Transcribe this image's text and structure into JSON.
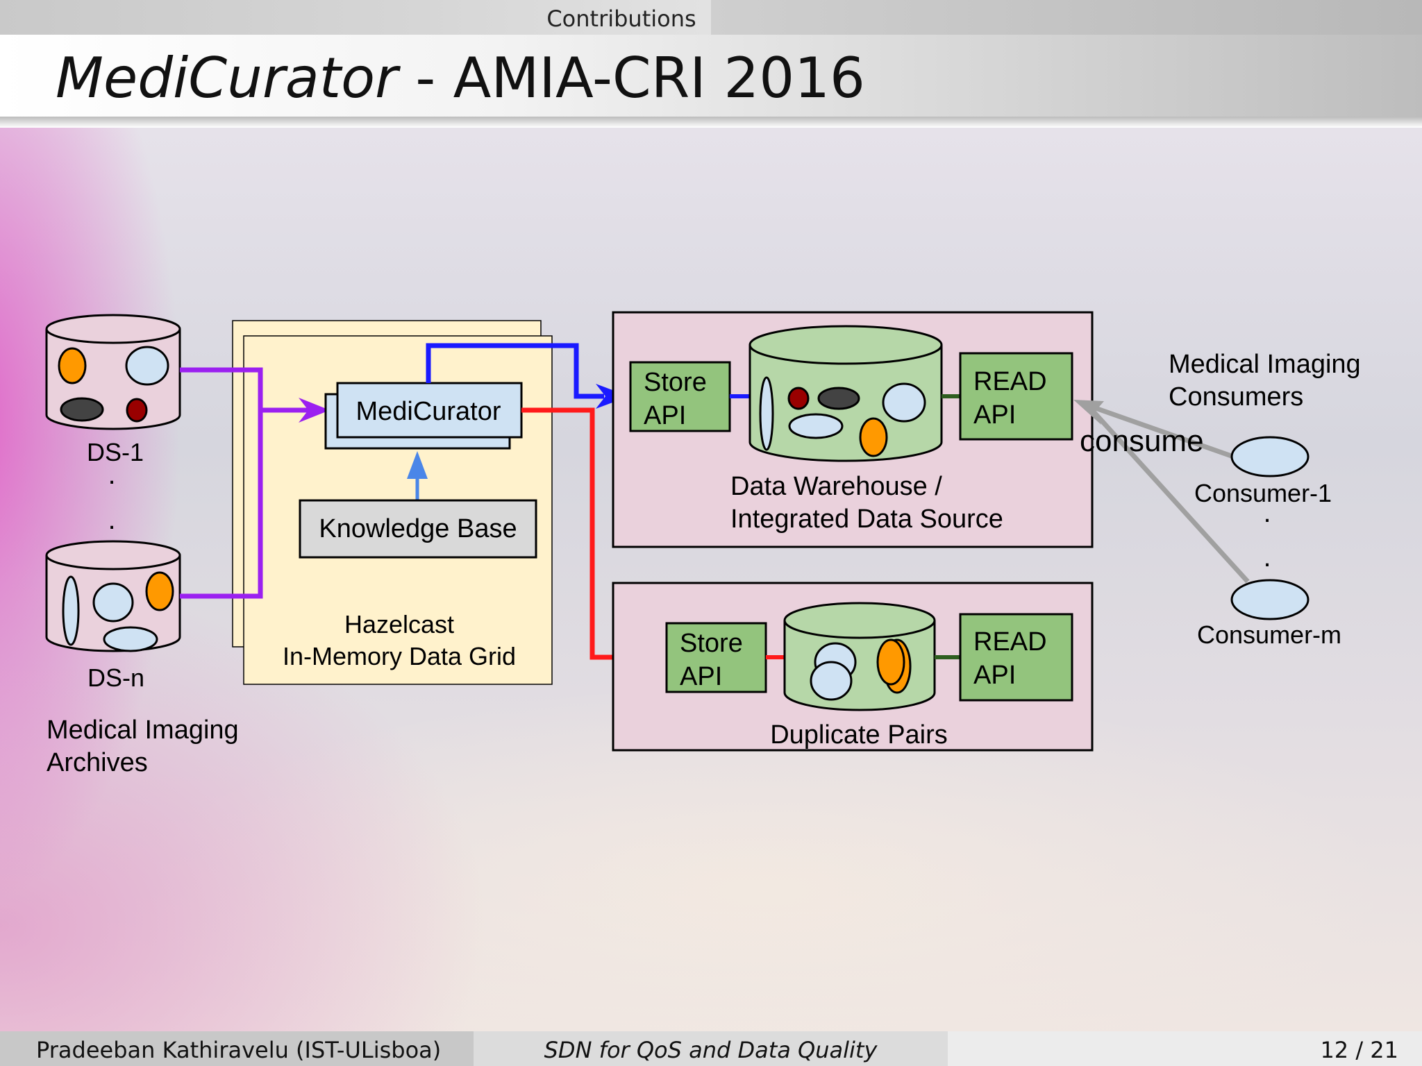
{
  "header": {
    "section": "Contributions",
    "title_italic": "MediCurator",
    "title_rest": " - AMIA-CRI 2016"
  },
  "diagram": {
    "sources": {
      "ds1": "DS-1",
      "dsn": "DS-n",
      "dots": ".",
      "caption_line1": "Medical Imaging",
      "caption_line2": "Archives"
    },
    "grid": {
      "medicurator": "MediCurator",
      "knowledge_base": "Knowledge Base",
      "caption_line1": "Hazelcast",
      "caption_line2": "In-Memory Data Grid"
    },
    "warehouse": {
      "store_line1": "Store",
      "store_line2": "API",
      "read_line1": "READ",
      "read_line2": "API",
      "caption_line1": "Data Warehouse /",
      "caption_line2": "Integrated Data Source"
    },
    "duplicates": {
      "store_line1": "Store",
      "store_line2": "API",
      "read_line1": "READ",
      "read_line2": "API",
      "caption": "Duplicate Pairs"
    },
    "consumers": {
      "title_line1": "Medical Imaging",
      "title_line2": "Consumers",
      "consume": "consume",
      "consumer1": "Consumer-1",
      "consumerm": "Consumer-m",
      "dots": "."
    },
    "colors": {
      "purple": "#9b20f0",
      "blue": "#1a1aff",
      "red": "#ff1a1a",
      "green": "#2e5e1f",
      "light_blue_arrow": "#4a86e8",
      "gray_arrow": "#a0a0a0",
      "cylinder_pink": "#ead1dc",
      "cylinder_green": "#b6d7a8",
      "api_green": "#93c47d",
      "grid_yellow": "#fff2cc",
      "box_blue": "#cfe2f3",
      "kb_gray": "#d9d9d9",
      "orange": "#ff9900",
      "dark_red": "#990000"
    }
  },
  "footer": {
    "author": "Pradeeban Kathiravelu  (IST-ULisboa)",
    "talk": "SDN for QoS and Data Quality",
    "page": "12 / 21"
  }
}
